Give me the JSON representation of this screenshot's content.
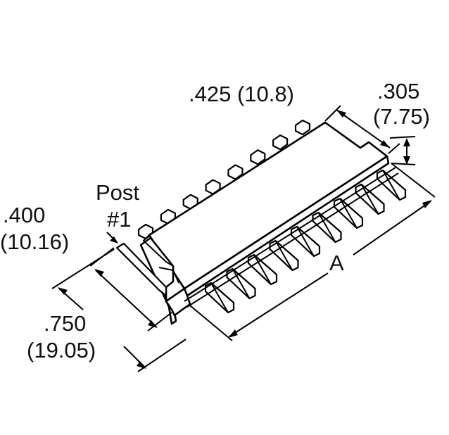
{
  "diagram": {
    "labels": {
      "top_width": ".425 (10.8)",
      "height_in": ".305",
      "height_mm": "(7.75)",
      "post_word": "Post",
      "post_number": "#1",
      "pitch_in": ".400",
      "pitch_mm": "(10.16)",
      "depth_in": ".750",
      "depth_mm": "(19.05)",
      "length_ref": "A"
    },
    "pins_top_count": 8,
    "pins_bottom_count": 9,
    "colors": {
      "line": "#000000",
      "background": "#ffffff"
    }
  }
}
